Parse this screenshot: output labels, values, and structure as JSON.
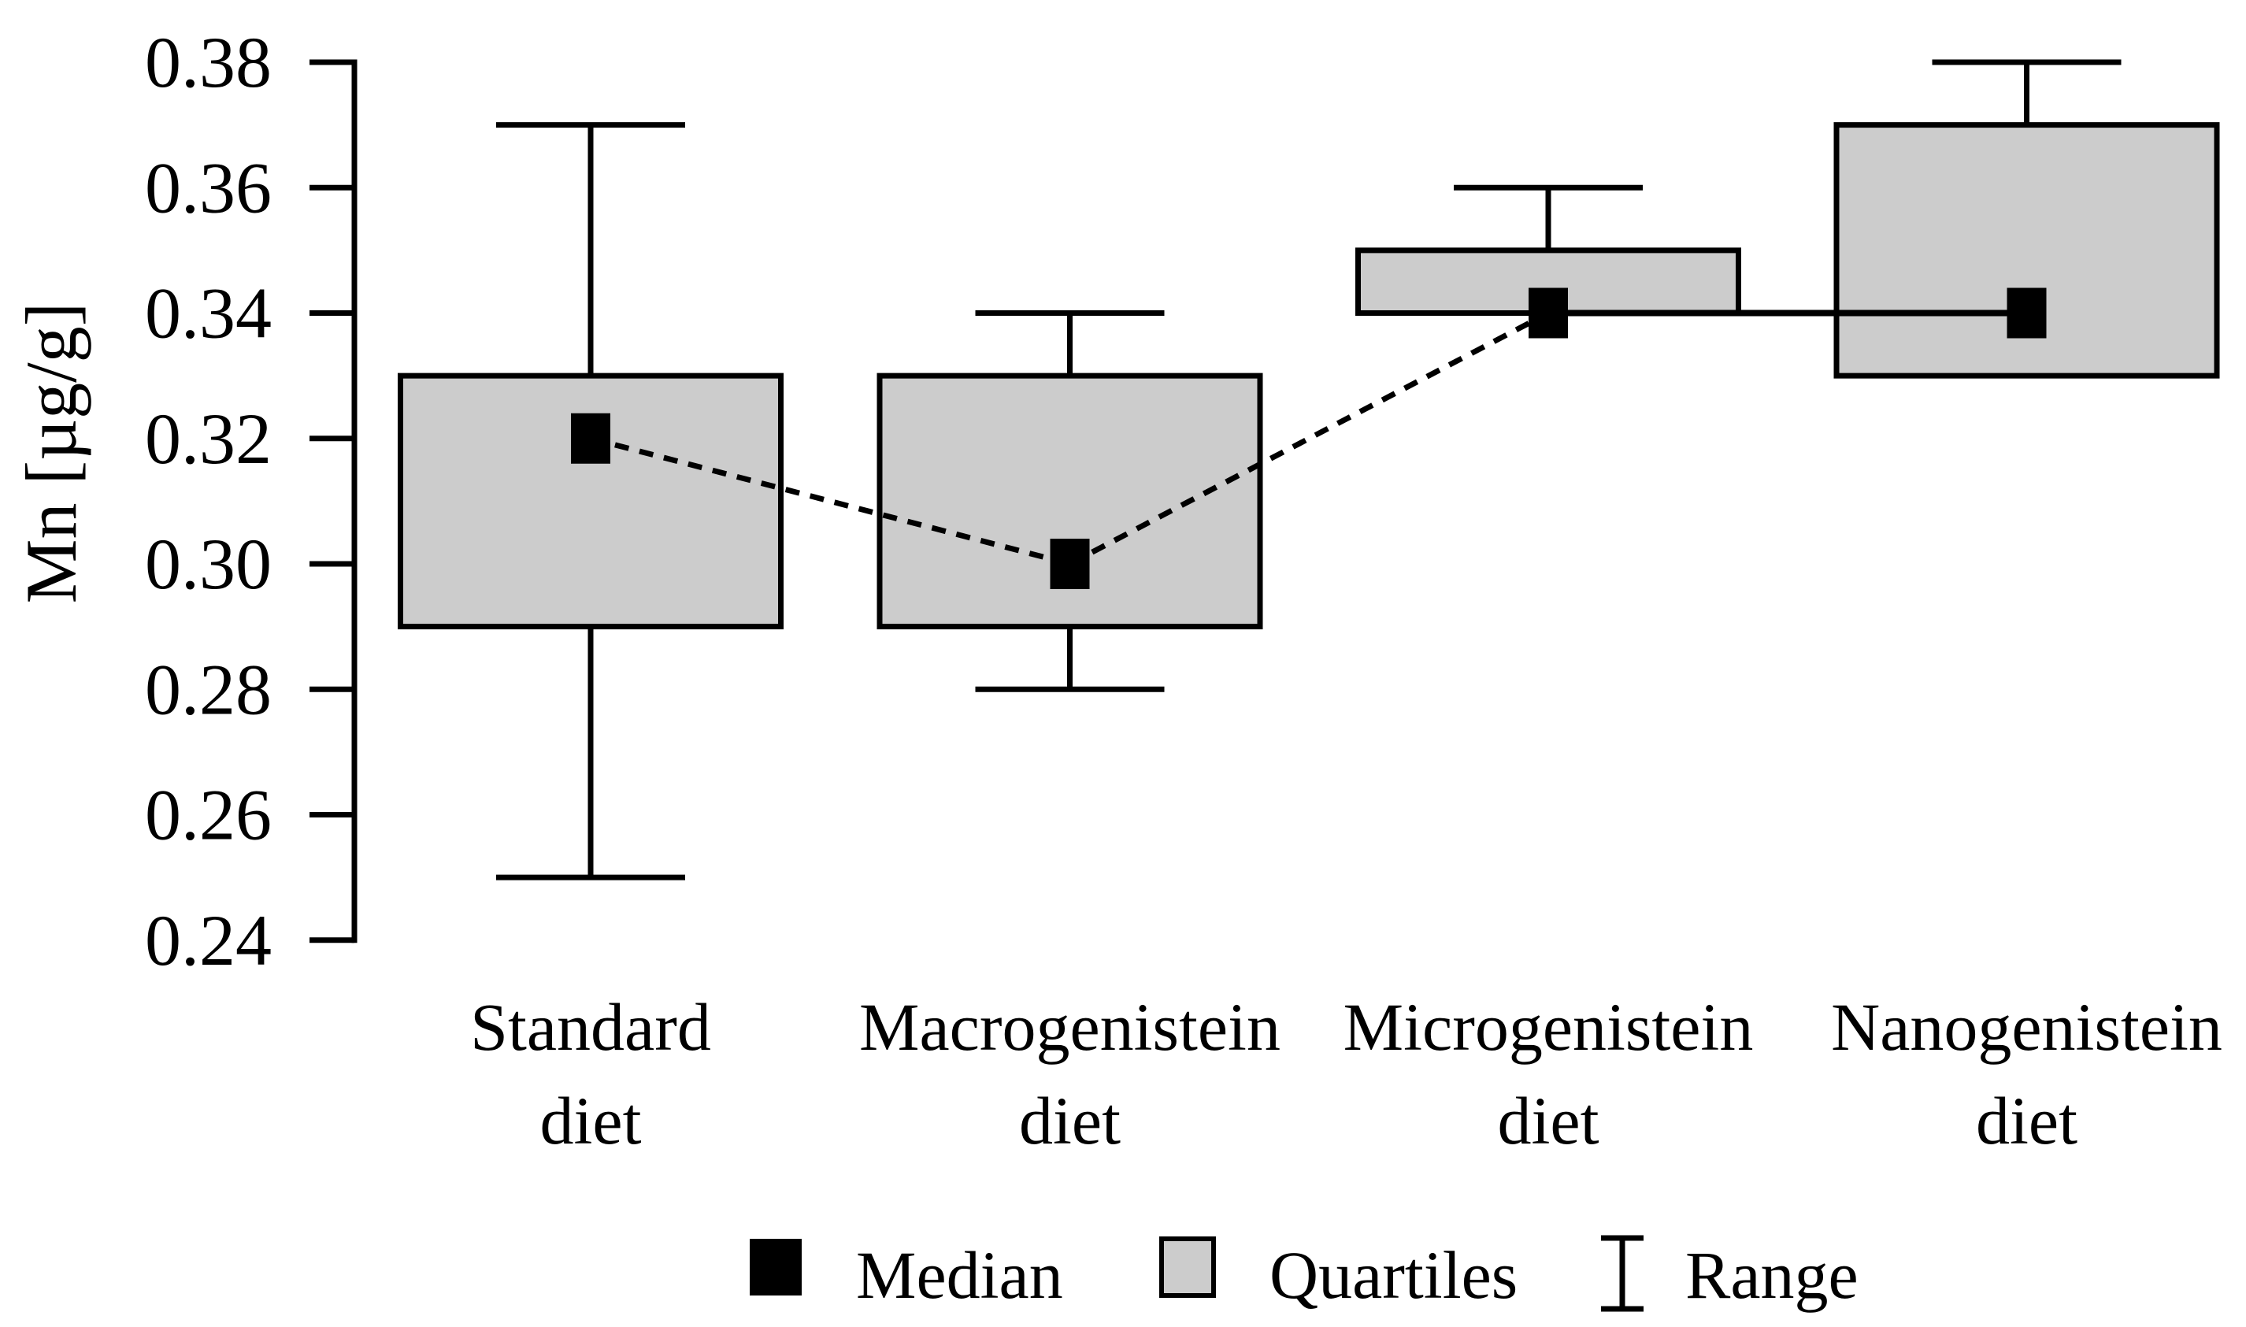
{
  "chart_data": {
    "type": "boxplot",
    "title": "",
    "xlabel": "",
    "ylabel": "Mn [µg/g]",
    "ylim": [
      0.24,
      0.38
    ],
    "ytick_step": 0.02,
    "grid": false,
    "legend_position": "bottom",
    "background": "#ffffff",
    "yticks": [
      {
        "value": 0.38,
        "label": "0.38"
      },
      {
        "value": 0.36,
        "label": "0.36"
      },
      {
        "value": 0.34,
        "label": "0.34"
      },
      {
        "value": 0.32,
        "label": "0.32"
      },
      {
        "value": 0.3,
        "label": "0.30"
      },
      {
        "value": 0.28,
        "label": "0.28"
      },
      {
        "value": 0.26,
        "label": "0.26"
      },
      {
        "value": 0.24,
        "label": "0.24"
      }
    ],
    "categories": [
      [
        "Standard",
        "diet"
      ],
      [
        "Macrogenistein",
        "diet"
      ],
      [
        "Microgenistein",
        "diet"
      ],
      [
        "Nanogenistein",
        "diet"
      ]
    ],
    "series": [
      {
        "name": "Standard diet",
        "min": 0.25,
        "q1": 0.29,
        "median": 0.32,
        "q3": 0.33,
        "max": 0.37
      },
      {
        "name": "Macrogenistein diet",
        "min": 0.28,
        "q1": 0.29,
        "median": 0.3,
        "q3": 0.33,
        "max": 0.34
      },
      {
        "name": "Microgenistein diet",
        "min": 0.34,
        "q1": 0.34,
        "median": 0.34,
        "q3": 0.35,
        "max": 0.36
      },
      {
        "name": "Nanogenistein diet",
        "min": 0.33,
        "q1": 0.33,
        "median": 0.34,
        "q3": 0.37,
        "max": 0.38
      }
    ],
    "median_trend_line": true,
    "legend": [
      {
        "label": "Median",
        "swatch": "median-square"
      },
      {
        "label": "Quartiles",
        "swatch": "quartile-box"
      },
      {
        "label": "Range",
        "swatch": "range-ibeam"
      }
    ],
    "colors": {
      "box_fill": "#cccccc",
      "stroke": "#000000",
      "median_marker": "#000000",
      "background": "#ffffff"
    }
  }
}
